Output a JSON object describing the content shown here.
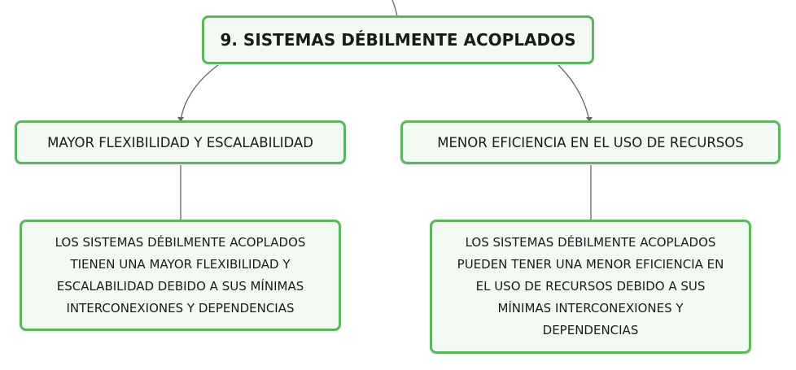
{
  "title": "9. SISTEMAS DÉBILMENTE ACOPLADOS",
  "left": {
    "heading": "MAYOR FLEXIBILIDAD Y ESCALABILIDAD",
    "lines": [
      "LOS SISTEMAS DÉBILMENTE ACOPLADOS",
      "TIENEN UNA MAYOR FLEXIBILIDAD Y",
      "ESCALABILIDAD DEBIDO A SUS MÍNIMAS",
      "INTERCONEXIONES Y DEPENDENCIAS"
    ]
  },
  "right": {
    "heading": "MENOR EFICIENCIA EN EL USO DE RECURSOS",
    "lines": [
      "LOS SISTEMAS DÉBILMENTE ACOPLADOS",
      "PUEDEN TENER UNA MENOR EFICIENCIA EN",
      "EL USO DE RECURSOS DEBIDO A SUS",
      "MÍNIMAS INTERCONEXIONES Y",
      "DEPENDENCIAS"
    ]
  },
  "colors": {
    "border": "#5cb660",
    "fill": "#f3faf3",
    "connector": "#666666"
  }
}
